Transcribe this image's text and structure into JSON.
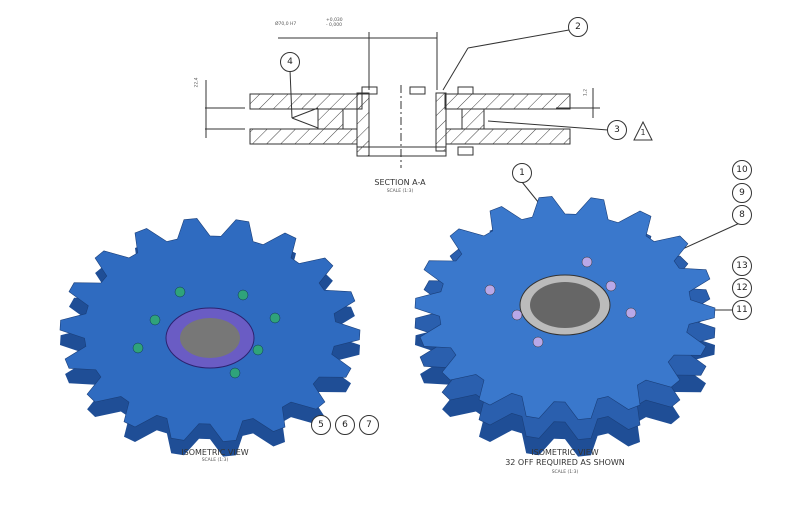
{
  "section": {
    "title": "SECTION A-A",
    "scale": "SCALE (1:3)",
    "dim_bore": "Ø70,0 H7",
    "tol_upper": "+0,030",
    "tol_lower": "- 0,000",
    "dim_height": "22,4",
    "dim_gap": "1,2"
  },
  "views": [
    {
      "title": "ISOMETRIC VIEW",
      "note": "",
      "scale": "SCALE (1:3)"
    },
    {
      "title": "ISOMETRIC VIEW",
      "note": "32 OFF REQUIRED AS SHOWN",
      "scale": "SCALE (1:3)"
    }
  ],
  "balloons": [
    "1",
    "2",
    "3",
    "4",
    "5",
    "6",
    "7",
    "8",
    "9",
    "10",
    "11",
    "12",
    "13"
  ],
  "revision_triangle": "1",
  "colors": {
    "gear": "#2f6bc0",
    "gear_dark": "#1f4e96",
    "bolt_green": "#2fa37a",
    "ring_purple": "#6a5cc4"
  }
}
